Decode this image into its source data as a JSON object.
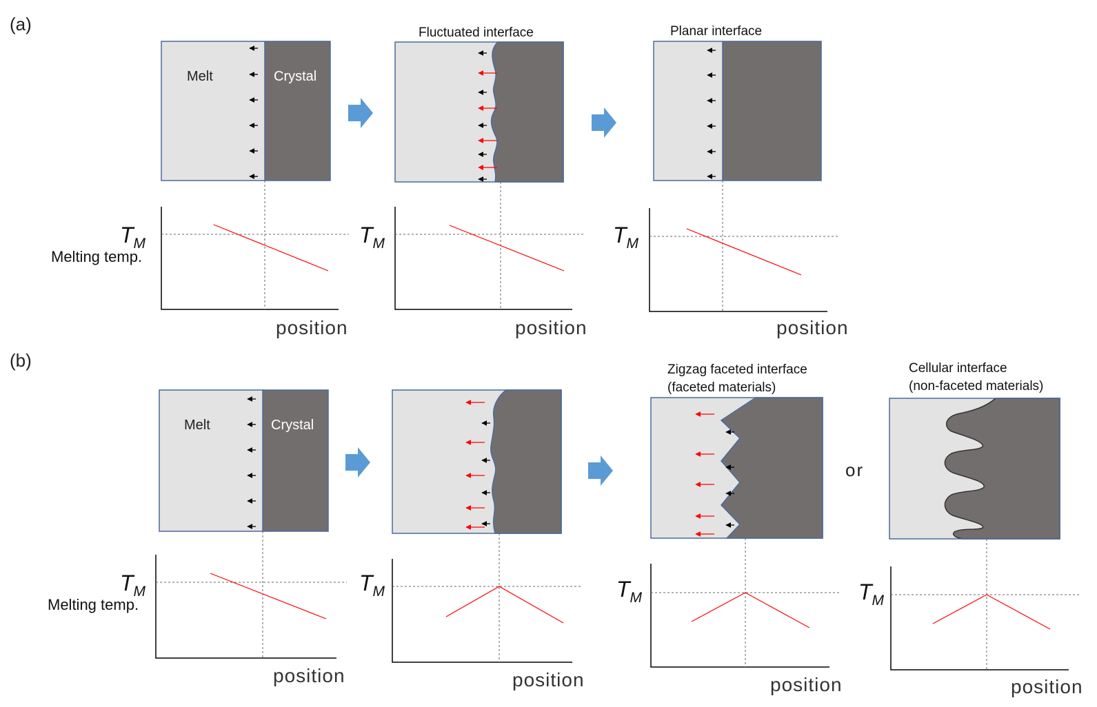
{
  "panels": {
    "a": {
      "label": "(a)",
      "step1": {
        "melt_label": "Melt",
        "crystal_label": "Crystal"
      },
      "step2": {
        "caption": "Fluctuated interface"
      },
      "step3": {
        "caption": "Planar interface"
      },
      "graph1": {
        "tm": "T",
        "tm_sub": "M",
        "tm_name": "Melting temp.",
        "xlabel": "position"
      },
      "graph2": {
        "tm": "T",
        "tm_sub": "M",
        "xlabel": "position"
      },
      "graph3": {
        "tm": "T",
        "tm_sub": "M",
        "xlabel": "position"
      }
    },
    "b": {
      "label": "(b)",
      "step1": {
        "melt_label": "Melt",
        "crystal_label": "Crystal"
      },
      "step3": {
        "caption_line1": "Zigzag faceted interface",
        "caption_line2": "(faceted materials)"
      },
      "step4": {
        "caption_line1": "Cellular interface",
        "caption_line2": "(non-faceted materials)"
      },
      "or_label": "or",
      "graph1": {
        "tm": "T",
        "tm_sub": "M",
        "tm_name": "Melting temp.",
        "xlabel": "position"
      },
      "graph2": {
        "tm": "T",
        "tm_sub": "M",
        "xlabel": "position"
      },
      "graph3": {
        "tm": "T",
        "tm_sub": "M",
        "xlabel": "position"
      },
      "graph4": {
        "tm": "T",
        "tm_sub": "M",
        "xlabel": "position"
      }
    }
  },
  "colors": {
    "melt": "#e3e3e3",
    "crystal": "#736e6e",
    "frame": "#4a6a9a",
    "process_arrow": "#5b9bd5",
    "growth_arrow": "#000000",
    "fast_growth_arrow": "#ff0000",
    "temperature_line": "#ff0000",
    "guide_line": "#666666"
  }
}
